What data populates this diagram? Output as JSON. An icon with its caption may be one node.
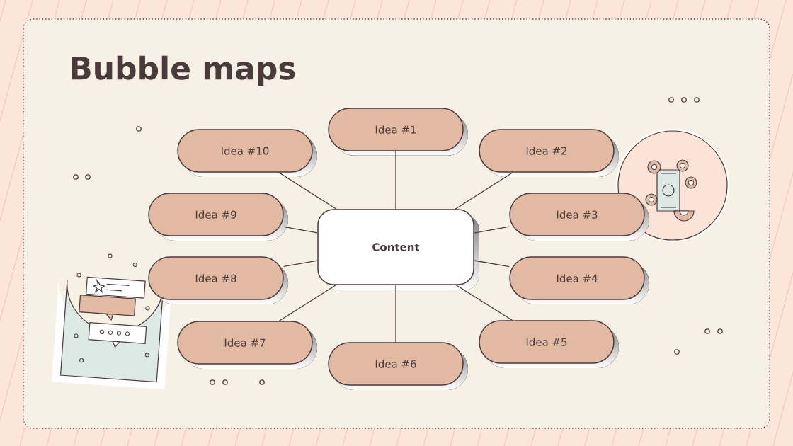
{
  "diagram": {
    "title": "Bubble maps",
    "nodes": [
      {
        "text": [
          "Content"
        ]
      },
      {
        "text": [
          "Idea #1"
        ]
      },
      {
        "text": [
          "Idea #2"
        ]
      },
      {
        "text": [
          "Idea #3"
        ]
      },
      {
        "text": [
          "Idea #4"
        ]
      },
      {
        "text": [
          "Idea #5"
        ]
      },
      {
        "text": [
          "Idea #6"
        ]
      },
      {
        "text": [
          "Idea #7"
        ]
      },
      {
        "text": [
          "Idea #8"
        ]
      },
      {
        "text": [
          "Idea #9"
        ]
      },
      {
        "text": [
          "Idea #10"
        ]
      }
    ],
    "edges": [
      {
        "from": 0,
        "to": 1,
        "arrow": "none"
      },
      {
        "from": 0,
        "to": 2,
        "arrow": "none"
      },
      {
        "from": 0,
        "to": 3,
        "arrow": "none"
      },
      {
        "from": 0,
        "to": 4,
        "arrow": "none"
      },
      {
        "from": 0,
        "to": 5,
        "arrow": "none"
      },
      {
        "from": 0,
        "to": 6,
        "arrow": "none"
      },
      {
        "from": 0,
        "to": 7,
        "arrow": "none"
      },
      {
        "from": 0,
        "to": 8,
        "arrow": "none"
      },
      {
        "from": 0,
        "to": 9,
        "arrow": "none"
      },
      {
        "from": 0,
        "to": 10,
        "arrow": "none"
      }
    ]
  }
}
